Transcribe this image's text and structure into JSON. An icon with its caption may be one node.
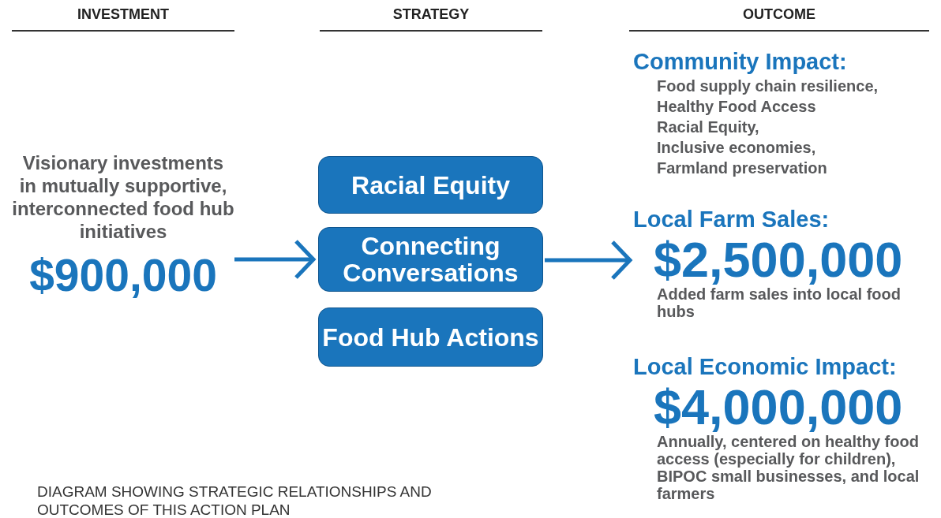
{
  "diagram": {
    "caption": "DIAGRAM SHOWING STRATEGIC RELATIONSHIPS AND OUTCOMES OF THIS ACTION PLAN",
    "nodes": [
      {
        "text": [
          "Visionary investments in mutually supportive, interconnected food hub initiatives",
          "$900,000"
        ]
      },
      {
        "text": [
          "Racial Equity"
        ]
      },
      {
        "text": [
          "Connecting Conversations"
        ]
      },
      {
        "text": [
          "Food Hub Actions"
        ]
      },
      {
        "text": [
          "Community Impact:",
          "Food supply chain resilience,",
          "Healthy Food Access",
          "Racial Equity,",
          "Inclusive economies,",
          "Farmland preservation"
        ]
      },
      {
        "text": [
          "Local Farm Sales:",
          "$2,500,000",
          "Added farm sales into local food hubs"
        ]
      },
      {
        "text": [
          "Local Economic Impact:",
          "$4,000,000",
          "Annually, centered on healthy food access (especially for children), BIPOC small businesses, and local farmers"
        ]
      }
    ],
    "edges": [
      {
        "from": 0,
        "to": 2,
        "arrow": "to"
      },
      {
        "from": 2,
        "to": 5,
        "arrow": "to"
      }
    ],
    "labels": [
      "INVESTMENT",
      "STRATEGY",
      "OUTCOME"
    ]
  }
}
